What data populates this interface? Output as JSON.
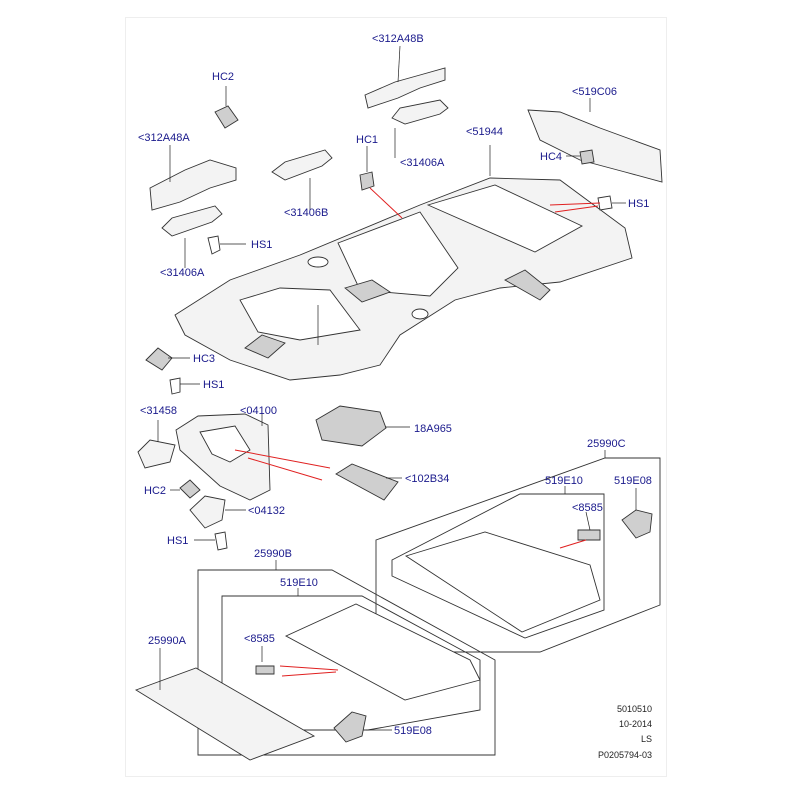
{
  "callouts": {
    "c312A48B": "<312A48B",
    "cHC2_top": "HC2",
    "c519C06": "<519C06",
    "cHC1": "HC1",
    "c51944": "<51944",
    "c312A48A": "<312A48A",
    "cHC4": "HC4",
    "c31406A_top": "<31406A",
    "cHS1_right": "HS1",
    "c31406B": "<31406B",
    "cHS1_left": "HS1",
    "c31406A_left": "<31406A",
    "cHC3": "HC3",
    "cHS1_mid": "HS1",
    "c31458": "<31458",
    "c04100": "<04100",
    "c18A965": "18A965",
    "c102B34": "<102B34",
    "c25990C": "25990C",
    "cHC2_low": "HC2",
    "c519E10_right": "519E10",
    "c519E08_right": "519E08",
    "c04132": "<04132",
    "c8585_right": "<8585",
    "cHS1_low": "HS1",
    "c25990B": "25990B",
    "c519E10_left": "519E10",
    "c8585_left": "<8585",
    "c25990A": "25990A",
    "c519E08_left": "519E08"
  },
  "footer": {
    "line1": "5010510",
    "line2": "10-2014",
    "line3": "LS",
    "line4": "P0205794-03"
  }
}
